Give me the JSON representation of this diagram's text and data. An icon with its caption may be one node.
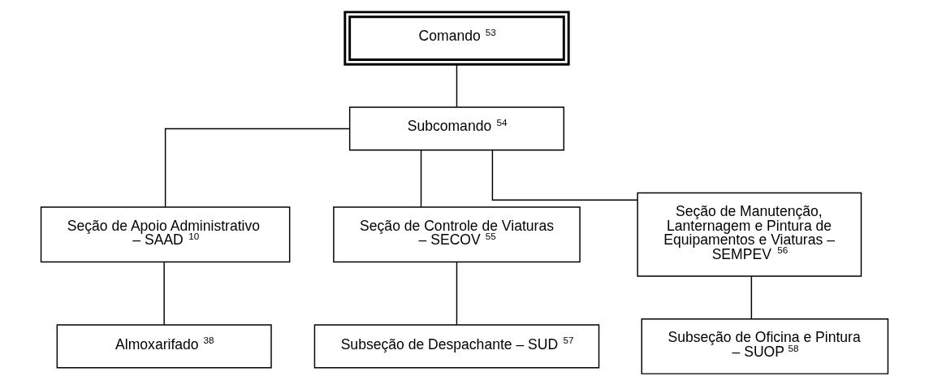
{
  "diagram": {
    "nodes": [
      {
        "text": [
          "Comando $^{53}$"
        ]
      },
      {
        "text": [
          "Subcomando $^{54}$"
        ]
      },
      {
        "text": [
          "Seção de Apoio Administrativo – SAAD $^{10}$"
        ]
      },
      {
        "text": [
          "Seção de Controle de Viaturas – SECOV $^{55}$"
        ]
      },
      {
        "text": [
          "Seção de Manutenção, Lanternagem e Pintura de Equipamentos e Viaturas – SEMPEV $^{56}$"
        ]
      },
      {
        "text": [
          "Almoxarifado $^{38}$"
        ]
      },
      {
        "text": [
          "Subseção de Despachante – SUD $^{57}$"
        ]
      },
      {
        "text": [
          "Subseção de Oficina e Pintura – SUOP $^{58}$"
        ]
      }
    ],
    "edges": [
      {
        "from": 0,
        "to": 1,
        "arrow": "none"
      },
      {
        "from": 1,
        "to": 2,
        "arrow": "none"
      },
      {
        "from": 1,
        "to": 3,
        "arrow": "none"
      },
      {
        "from": 1,
        "to": 4,
        "arrow": "none"
      },
      {
        "from": 2,
        "to": 5,
        "arrow": "none"
      },
      {
        "from": 3,
        "to": 6,
        "arrow": "none"
      },
      {
        "from": 4,
        "to": 7,
        "arrow": "none"
      }
    ]
  }
}
